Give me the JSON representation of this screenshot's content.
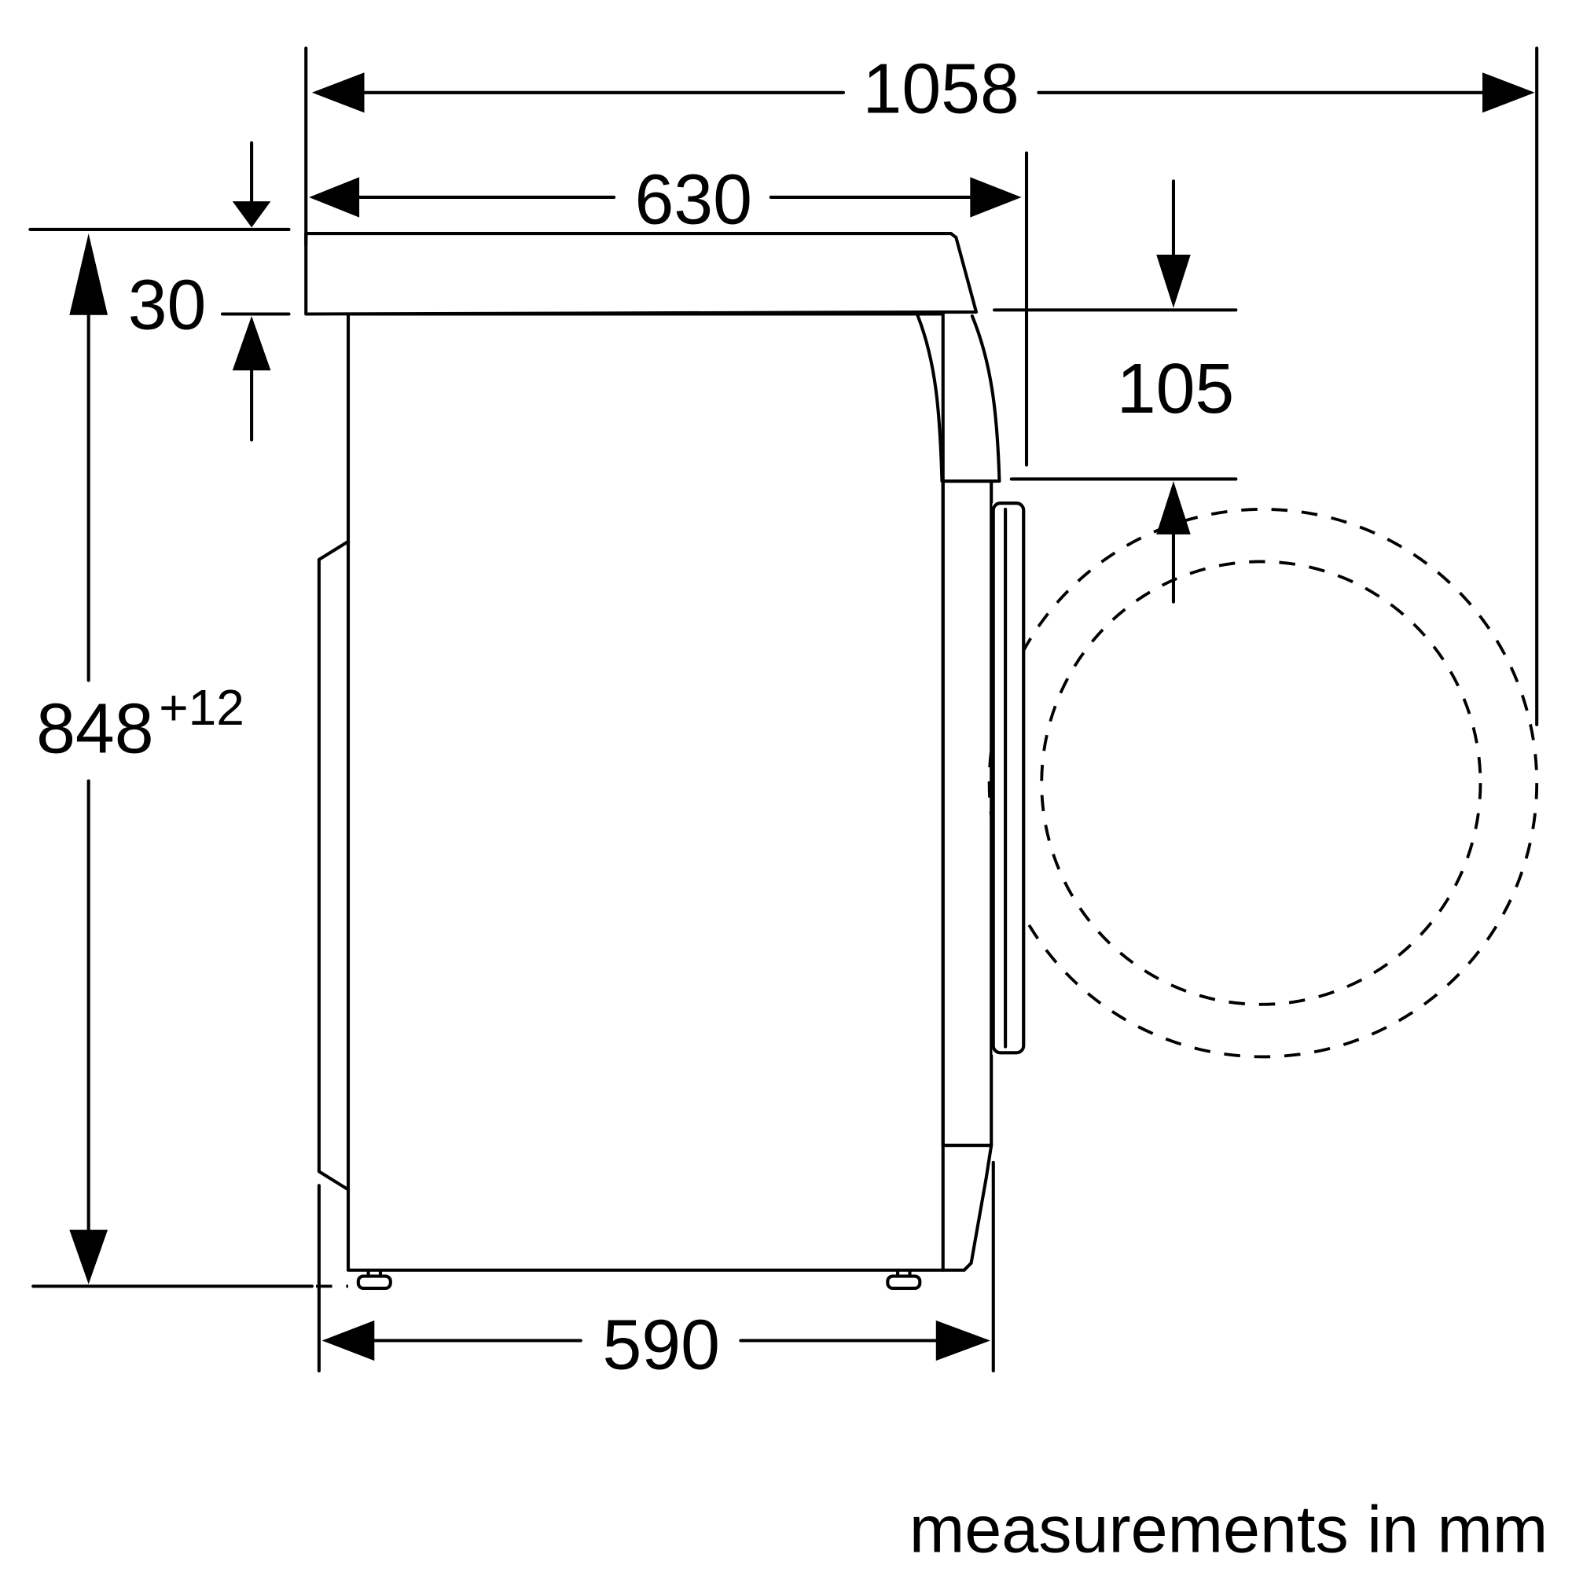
{
  "diagram": {
    "subject": "washing machine side view dimensions",
    "units_caption": "measurements in mm",
    "line_color": "#000000",
    "background": "#ffffff",
    "dimensions": {
      "depth_with_door_open": {
        "value": "1058"
      },
      "depth_top": {
        "value": "630"
      },
      "depth_body": {
        "value": "590"
      },
      "worktop_thickness": {
        "value": "30"
      },
      "door_offset": {
        "value": "105"
      },
      "height": {
        "value": "848",
        "tolerance": "+12"
      }
    }
  }
}
